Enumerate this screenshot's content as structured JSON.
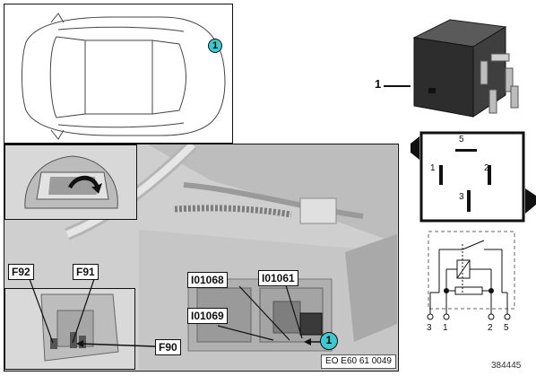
{
  "callout": "1",
  "part_label": "1",
  "car_callout": "1",
  "components": {
    "f92": "F92",
    "f91": "F91",
    "f90": "F90",
    "i01068": "I01068",
    "i01061": "I01061",
    "i01069": "I01069"
  },
  "reference_code": "EO E60 61 0049",
  "diagram_number": "384445",
  "pinout": {
    "pin1": "1",
    "pin2": "2",
    "pin3": "3",
    "pin5": "5"
  },
  "schematic_pins": {
    "p3": "3",
    "p1": "1",
    "p2": "2",
    "p5": "5"
  },
  "colors": {
    "callout_fill": "#3fc8cf",
    "line": "#111111",
    "photo_bg": "#d4d4d4"
  }
}
